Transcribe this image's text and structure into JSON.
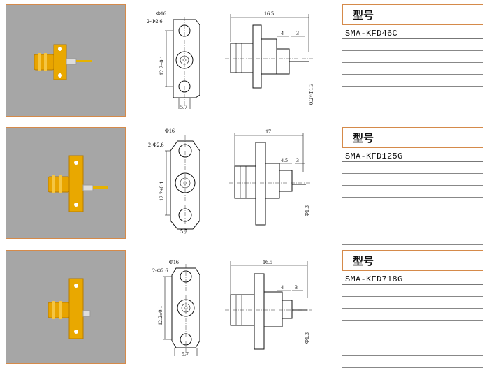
{
  "rows": [
    {
      "model_label": "型号",
      "model_name": "SMA-KFD46C",
      "front": {
        "hole_dim": "Φ16",
        "holes_dim": "2-Φ2.6",
        "height_dim": "12.2±0.1",
        "width_dim": "5.7"
      },
      "side": {
        "length_dim": "16.5",
        "dim_a": "4",
        "dim_b": "3",
        "pin_dim": "0.2×Φ1.3"
      }
    },
    {
      "model_label": "型号",
      "model_name": "SMA-KFD125G",
      "front": {
        "hole_dim": "Φ16",
        "holes_dim": "2-Φ2.6",
        "height_dim": "12.2±0.1",
        "width_dim": "5.7"
      },
      "side": {
        "length_dim": "17",
        "dim_a": "4.5",
        "dim_b": "3",
        "pin_dim": "Φ1.3"
      }
    },
    {
      "model_label": "型号",
      "model_name": "SMA-KFD718G",
      "front": {
        "hole_dim": "Φ16",
        "holes_dim": "2-Φ2.6",
        "height_dim": "12.2±0.1",
        "width_dim": "5.7"
      },
      "side": {
        "length_dim": "16.5",
        "dim_a": "4",
        "dim_b": "3",
        "pin_dim": "Φ1.3"
      }
    }
  ],
  "colors": {
    "photo_bg": "#a6a6a6",
    "frame": "#d58a4a",
    "gold": "#e8a400"
  }
}
